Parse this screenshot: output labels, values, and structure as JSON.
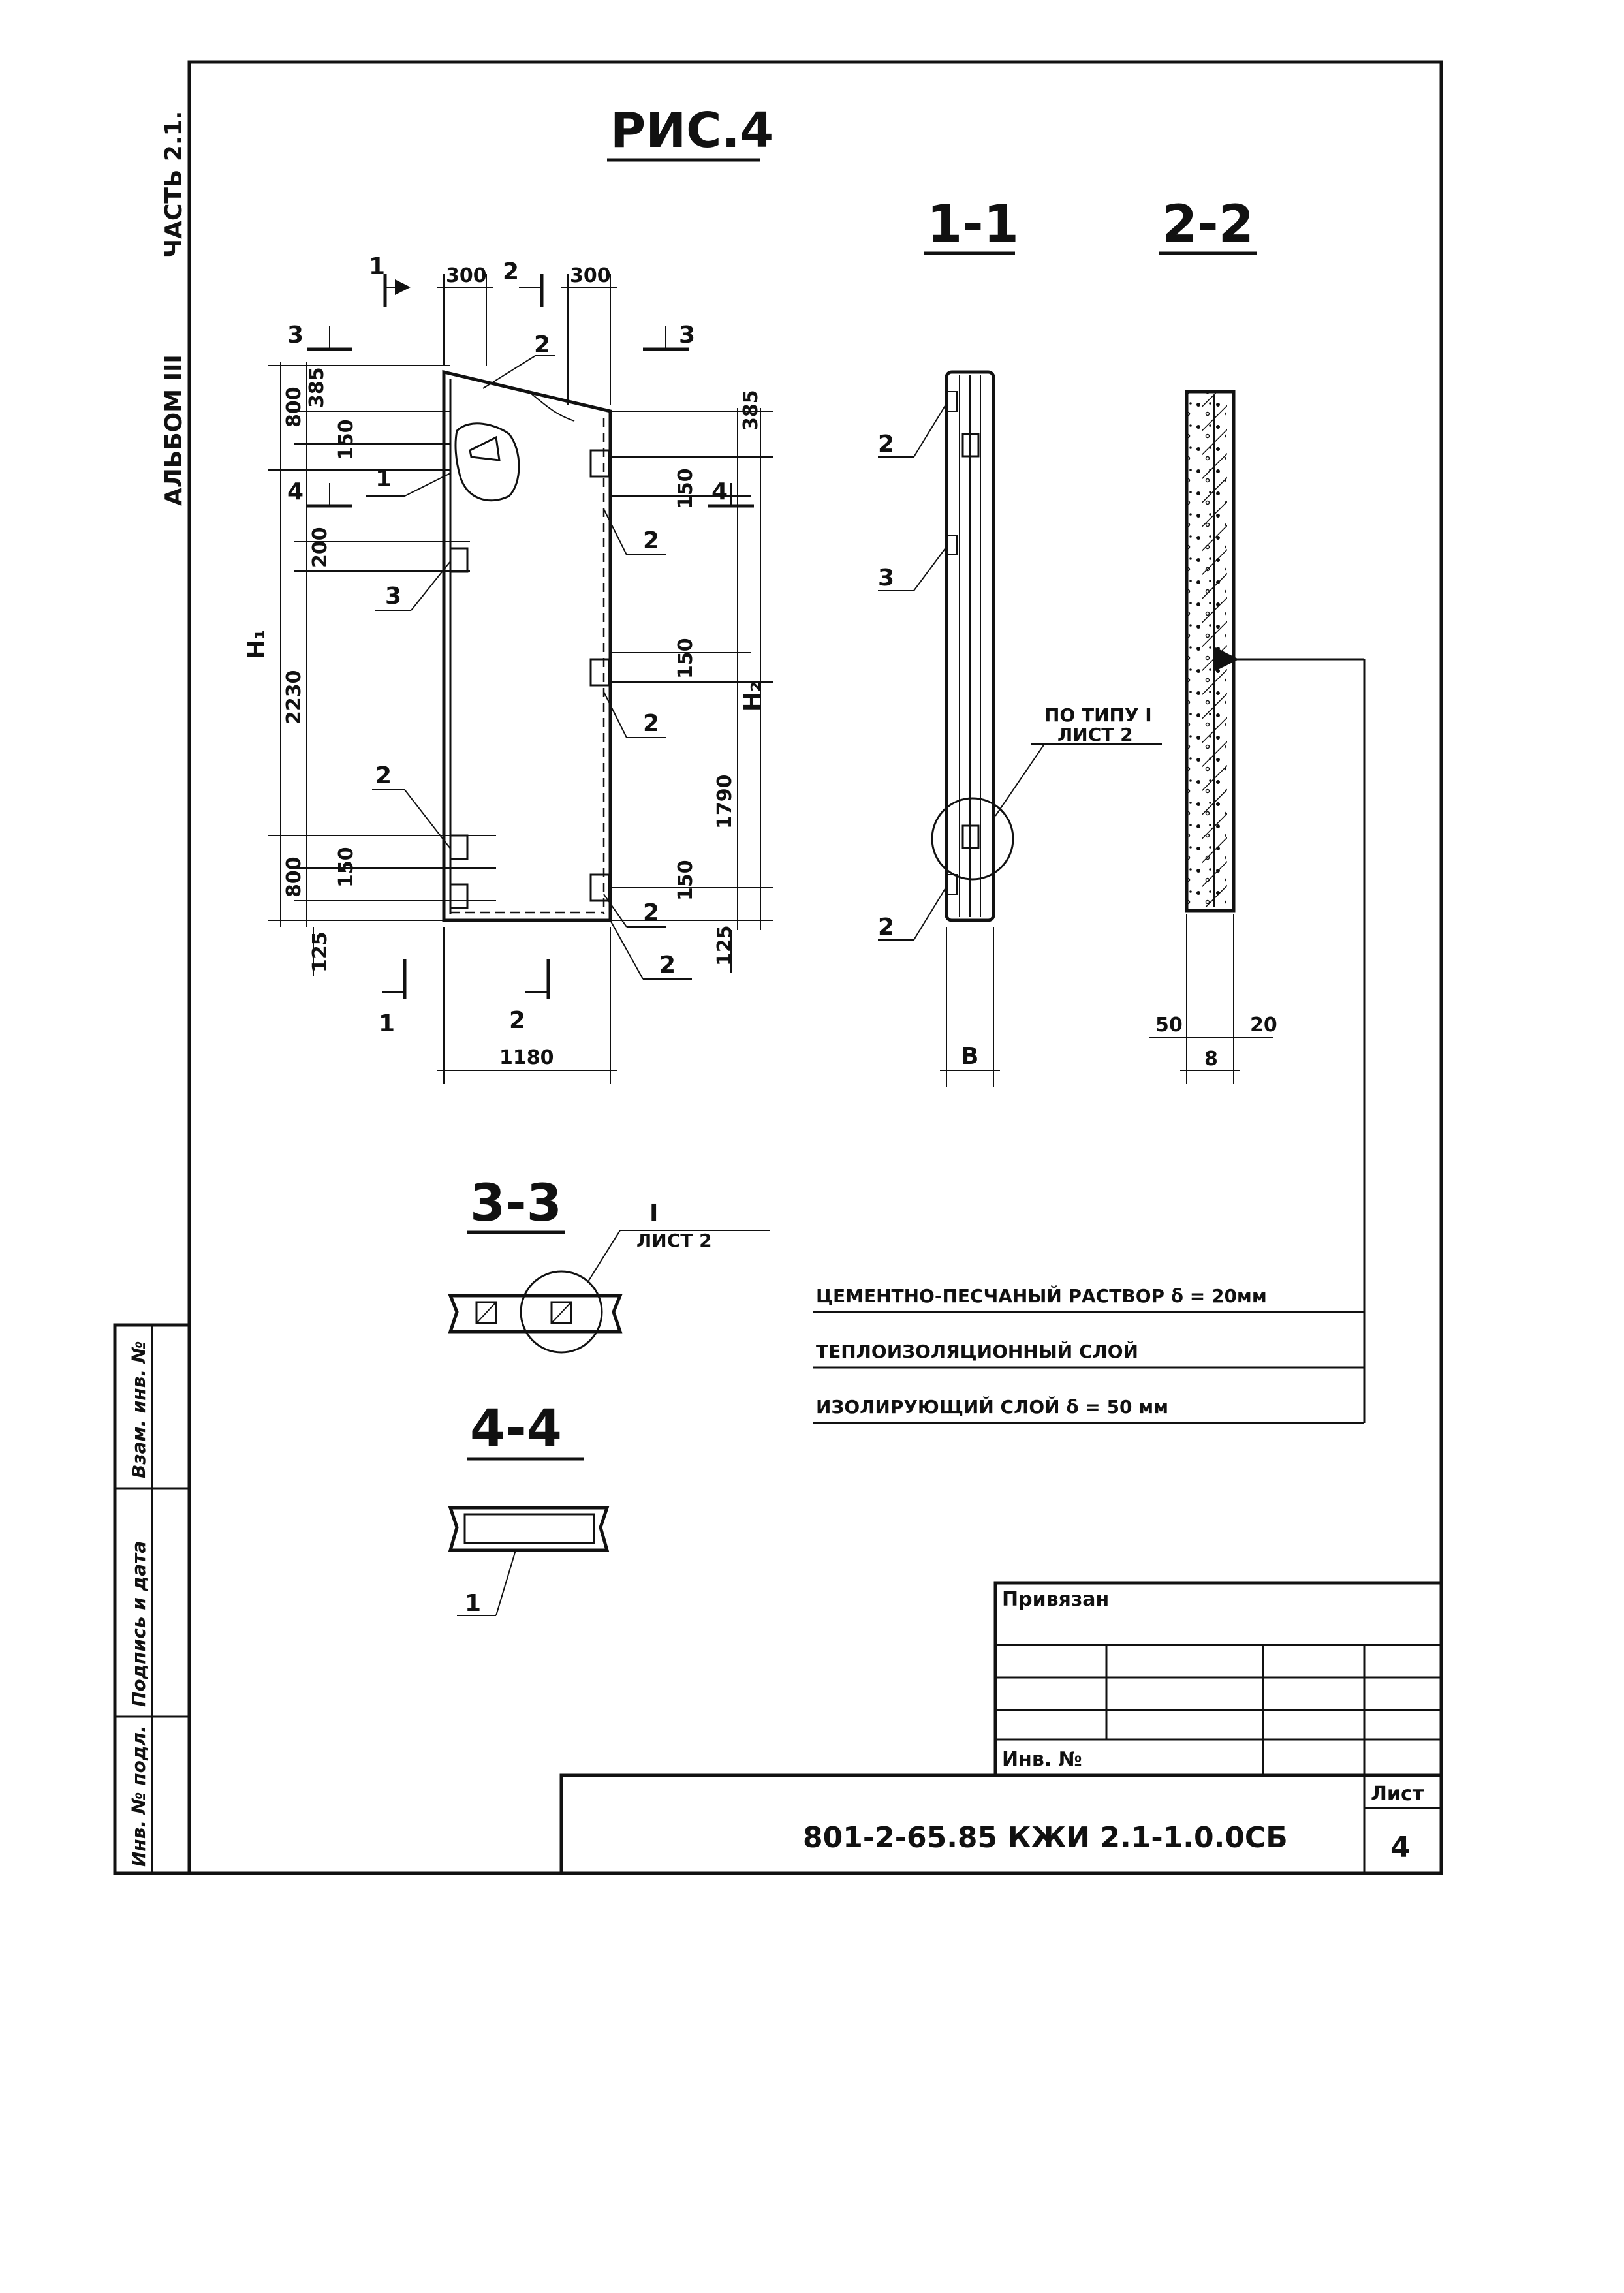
{
  "figure_title": "РИС.4",
  "side_captions": {
    "album": "АЛЬБОМ III",
    "part": "ЧАСТЬ 2.1."
  },
  "left_stamp_boxes": [
    "Инв. № подл.",
    "Подпись и дата",
    "Взам. инв. №"
  ],
  "sections": {
    "s1": "1-1",
    "s2": "2-2",
    "s3": "3-3",
    "s4": "4-4"
  },
  "section_marks": {
    "s1": "1",
    "s2": "2",
    "s3": "3",
    "s4": "4"
  },
  "panel_view": {
    "top_dims": [
      "300",
      "300"
    ],
    "left_dims": [
      "800",
      "385",
      "150",
      "200",
      "2230",
      "800",
      "150",
      "125"
    ],
    "left_height_label": "H₁",
    "right_dims": [
      "385",
      "150",
      "150",
      "1790",
      "150",
      "125"
    ],
    "right_height_label": "H₂",
    "bottom_width": "1180",
    "callouts": [
      "2",
      "1",
      "2",
      "3",
      "2",
      "2",
      "2",
      "2"
    ]
  },
  "section_1_1": {
    "callouts": [
      "2",
      "3",
      "2"
    ],
    "detail_ref_line1": "ПО ТИПУ I",
    "detail_ref_line2": "ЛИСТ 2",
    "thickness_label": "B"
  },
  "section_2_2": {
    "dim_left": "50",
    "dim_mid": "8",
    "dim_right": "20"
  },
  "section_3_3": {
    "detail_ref_line1": "I",
    "detail_ref_line2": "ЛИСТ 2"
  },
  "section_4_4": {
    "callout": "1"
  },
  "legend_rows": [
    "ЦЕМЕНТНО-ПЕСЧАНЫЙ РАСТВОР  δ = 20мм",
    "ТЕПЛОИЗОЛЯЦИОННЫЙ СЛОЙ",
    "ИЗОЛИРУЮЩИЙ СЛОЙ   δ = 50 мм"
  ],
  "title_block": {
    "privyazan": "Привязан",
    "inv_no": "Инв. №",
    "document_code": "801-2-65.85 КЖИ  2.1-1.0.0СБ",
    "sheet_label": "Лист",
    "sheet_number": "4"
  }
}
